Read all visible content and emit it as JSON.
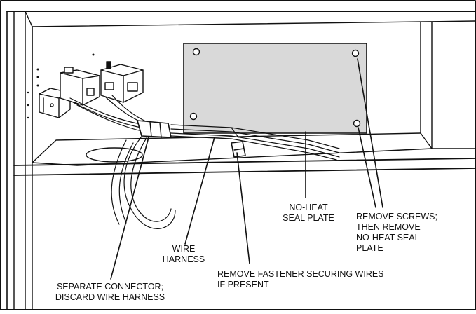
{
  "colors": {
    "ink": "#111111",
    "plate_fill": "#d9d9d9",
    "background": "#ffffff"
  },
  "callouts": {
    "no_heat_seal_plate": [
      "NO-HEAT",
      "SEAL PLATE"
    ],
    "remove_screws": [
      "REMOVE SCREWS;",
      "THEN REMOVE",
      "NO-HEAT SEAL",
      "PLATE"
    ],
    "wire_harness": [
      "WIRE",
      "HARNESS"
    ],
    "remove_fastener": [
      "REMOVE FASTENER SECURING WIRES",
      "IF PRESENT"
    ],
    "separate_connector": [
      "SEPARATE CONNECTOR;",
      "DISCARD WIRE HARNESS"
    ]
  }
}
